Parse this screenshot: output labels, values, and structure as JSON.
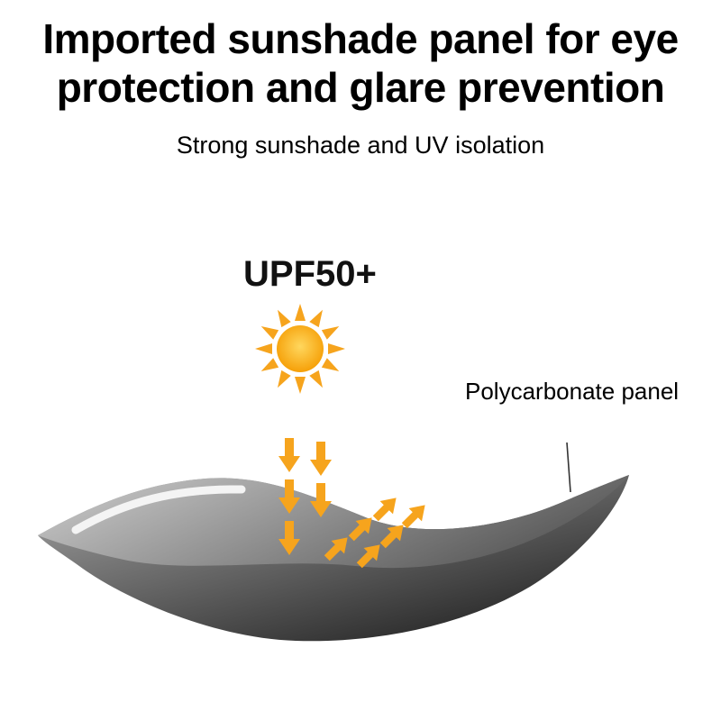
{
  "headline": {
    "line1": "Imported sunshade panel for eye",
    "line2": "protection and glare prevention",
    "subtitle": "Strong sunshade and UV isolation"
  },
  "diagram": {
    "upf_label": "UPF50+",
    "panel_label": "Polycarbonate panel",
    "colors": {
      "sun_core": "#ffd75e",
      "sun_edge": "#f59b00",
      "ray": "#f6a41d",
      "arrow": "#f6a41d",
      "panel_light": "#a9a9a9",
      "panel_dark": "#1e1e1e",
      "panel_face_light": "#cfcfcf",
      "panel_face_dark": "#5c5c5c",
      "stripe": "#f4f4f4",
      "pointer": "#333333"
    }
  }
}
